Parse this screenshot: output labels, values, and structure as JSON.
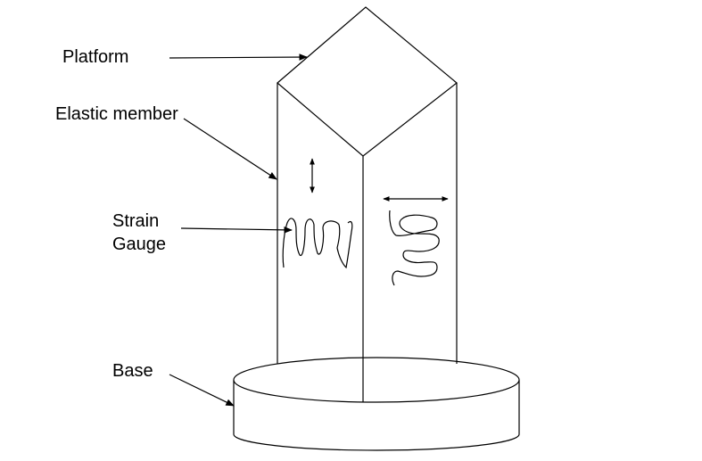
{
  "labels": {
    "platform": "Platform",
    "elastic_member": "Elastic member",
    "strain_gauge_line1": "Strain",
    "strain_gauge_line2": "Gauge",
    "base": "Base"
  },
  "colors": {
    "stroke": "#000000",
    "background": "#ffffff",
    "text": "#000000"
  }
}
